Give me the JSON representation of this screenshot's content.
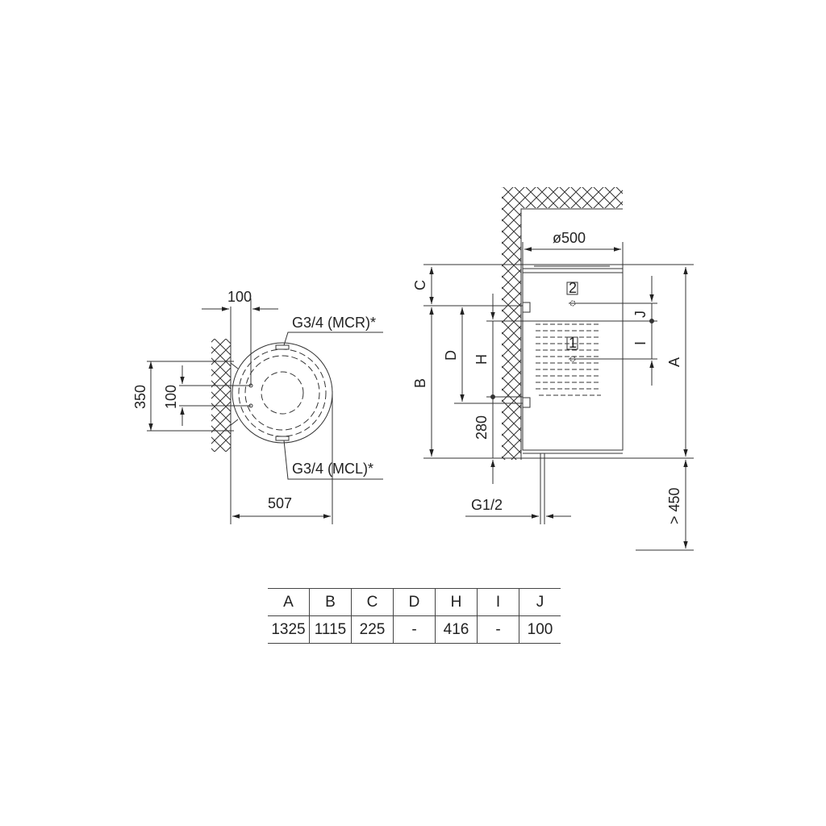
{
  "plan_view": {
    "dim_top": "100",
    "dim_height": "350",
    "dim_spacing": "100",
    "dim_width": "507",
    "label_top": "G3/4 (MCR)*",
    "label_bottom": "G3/4 (MCL)*"
  },
  "side_view": {
    "diameter": "ø500",
    "labels": {
      "A": "A",
      "B": "B",
      "C": "C",
      "D": "D",
      "H": "H",
      "I": "I",
      "J": "J"
    },
    "dim_280": "280",
    "drain": "G1/2",
    "clearance": "> 450",
    "marker_1": "1",
    "marker_2": "2"
  },
  "table": {
    "headers": [
      "A",
      "B",
      "C",
      "D",
      "H",
      "I",
      "J"
    ],
    "values": [
      "1325",
      "1115",
      "225",
      "-",
      "416",
      "-",
      "100"
    ]
  },
  "colors": {
    "line": "#333333",
    "text": "#222222",
    "background": "#ffffff"
  }
}
